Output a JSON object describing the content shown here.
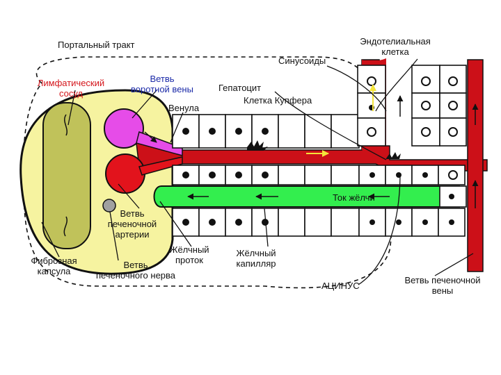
{
  "labels": {
    "portal_tract": "Портальный тракт",
    "endothelial_cell": [
      "Эндотелиальная",
      "клетка"
    ],
    "sinusoids": "Синусоиды",
    "lymphatic_vessel": [
      "Лимфатический",
      "сосуд"
    ],
    "portal_vein_branch": [
      "Ветвь",
      "воротной вены"
    ],
    "hepatocyte": "Гепатоцит",
    "kupffer_cell": "Клетка Купфера",
    "venule": "Венула",
    "bile_flow": "Ток жёлчи",
    "hepatic_artery_branch": [
      "Ветвь",
      "печеночной",
      "артерии"
    ],
    "bile_duct": [
      "Жёлчный",
      "проток"
    ],
    "bile_capillary": [
      "Жёлчный",
      "капилляр"
    ],
    "fibrous_capsule": [
      "Фиброзная",
      "капсула"
    ],
    "hepatic_nerve_branch": [
      "Ветвь",
      "печеночного нерва"
    ],
    "acinus": "АЦИНУС",
    "hepatic_vein_branch": [
      "Ветвь печеночной",
      "вены"
    ]
  },
  "colors": {
    "tract_fill": "#f6f3a0",
    "lymph_vessel": "#c0c25a",
    "portal_vein": "#e64ce8",
    "artery": "#e2131c",
    "blood_flow": "#cc1018",
    "bile": "#33ee4e",
    "nerve": "#a0a0a0",
    "outline": "#111111",
    "label_red": "#d4151b",
    "label_blue": "#1b2aa8"
  }
}
